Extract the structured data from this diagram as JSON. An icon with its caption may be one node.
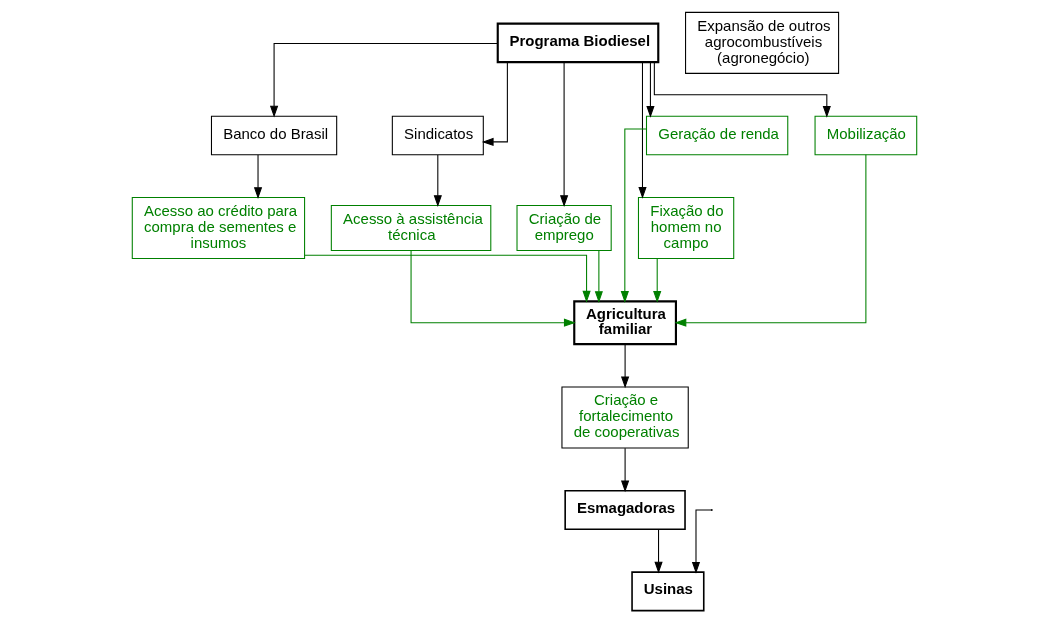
{
  "diagram": {
    "nodes": [
      {
        "text": [
          "Programa Biodiesel"
        ]
      },
      {
        "text": [
          "Banco do Brasil"
        ]
      },
      {
        "text": [
          "Sindicatos"
        ]
      },
      {
        "text": [
          "Criação de emprego"
        ]
      },
      {
        "text": [
          "Acesso ao crédito para compra de sementes e insumos"
        ]
      },
      {
        "text": [
          "Acesso à assistência técnica"
        ]
      },
      {
        "text": [
          "Fixação do homem no campo"
        ]
      },
      {
        "text": [
          "Geração de renda"
        ]
      },
      {
        "text": [
          "Esmagadoras"
        ]
      },
      {
        "text": [
          "Mobilização"
        ]
      },
      {
        "text": [
          "Agricultura familiar"
        ]
      },
      {
        "text": [
          "Criação e fortalecimento de cooperativas"
        ]
      },
      {
        "text": [
          "Usinas"
        ]
      },
      {
        "text": [
          "Expansão de outros agrocombustíveis (agronegócio)"
        ]
      }
    ],
    "edges": [
      {
        "from": 0,
        "to": 2,
        "arrow": "to"
      },
      {
        "from": 0,
        "to": 1,
        "arrow": "to"
      },
      {
        "from": null,
        "to": 12,
        "arrow": "to"
      },
      {
        "from": 0,
        "to": 3,
        "arrow": "to"
      },
      {
        "from": 0,
        "to": 6,
        "arrow": "to"
      },
      {
        "from": 0,
        "to": 7,
        "arrow": "to"
      },
      {
        "from": 0,
        "to": 9,
        "arrow": "to"
      },
      {
        "from": 1,
        "to": 4,
        "arrow": "to"
      },
      {
        "from": 2,
        "to": 5,
        "arrow": "to"
      },
      {
        "from": 3,
        "to": 10,
        "arrow": "to",
        "color": "#008000"
      },
      {
        "from": 6,
        "to": 10,
        "arrow": "to",
        "color": "#008000"
      },
      {
        "from": 7,
        "to": 10,
        "arrow": "to",
        "color": "#008000"
      },
      {
        "from": 9,
        "to": 10,
        "arrow": "to",
        "color": "#008000"
      },
      {
        "from": 4,
        "to": 10,
        "arrow": "to",
        "color": "#008000"
      },
      {
        "from": 5,
        "to": 10,
        "arrow": "to",
        "color": "#008000"
      },
      {
        "from": 10,
        "to": 11,
        "arrow": "to"
      },
      {
        "from": 11,
        "to": 8,
        "arrow": "to"
      },
      {
        "from": 8,
        "to": 12,
        "arrow": "to"
      }
    ]
  }
}
